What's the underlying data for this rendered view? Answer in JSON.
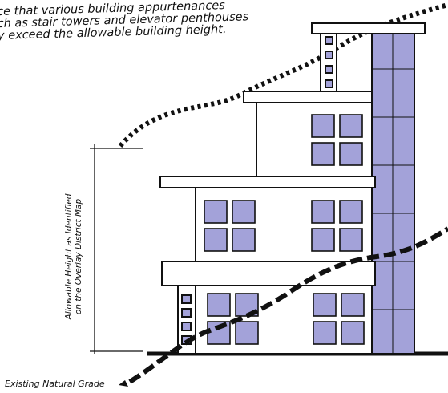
{
  "note": {
    "line1": "ce that various building appurtenances",
    "line2": "ch as stair towers and elevator penthouses",
    "line3": "y exceed the allowable building height."
  },
  "dimension": {
    "line1": "Allowable Height as Identified",
    "line2": "on the Overlay District Map"
  },
  "grade_label": "Existing Natural Grade",
  "colors": {
    "window_fill": "#a3a2d9",
    "line": "#111111"
  }
}
